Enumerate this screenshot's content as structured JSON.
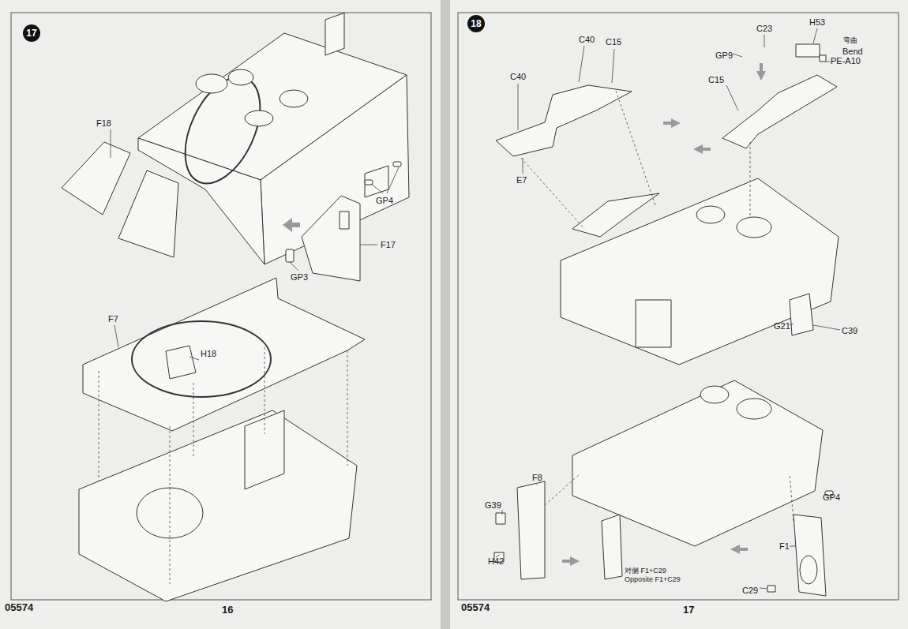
{
  "diagram": {
    "labels": [
      "17",
      "F18",
      "GP4",
      "F17",
      "GP3",
      "F7",
      "H18",
      "05574",
      "16",
      "18",
      "C40",
      "C15",
      "C23",
      "H53",
      "GP9",
      "弯曲",
      "Bend",
      "PE-A10",
      "C40",
      "C15",
      "E7",
      "G21",
      "C39",
      "F8",
      "G39",
      "H42",
      "对侧 F1+C29",
      "Opposite F1+C29",
      "GP4",
      "F1",
      "C29",
      "05574",
      "17"
    ]
  }
}
